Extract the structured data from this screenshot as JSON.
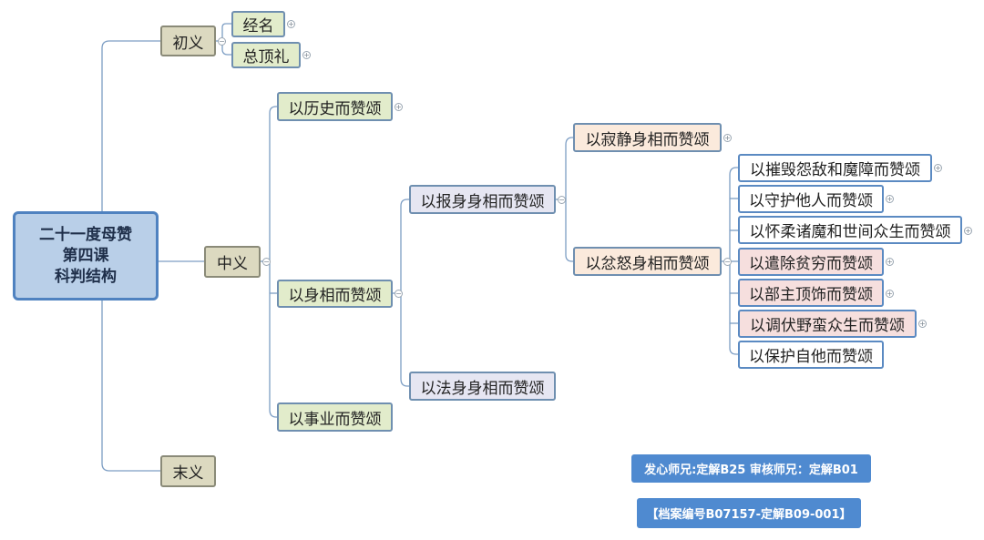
{
  "root": {
    "line1": "二十一度母赞",
    "line2": "第四课",
    "line3": "科判结构"
  },
  "nodes": {
    "chuyi": "初义",
    "jingming": "经名",
    "zongdingli": "总顶礼",
    "zhongyi": "中义",
    "mouyi": "末义",
    "lishi": "以历史而赞颂",
    "shenxiang": "以身相而赞颂",
    "shiye": "以事业而赞颂",
    "baoshen": "以报身身相而赞颂",
    "fashen": "以法身身相而赞颂",
    "jijing": "以寂静身相而赞颂",
    "fennu": "以忿怒身相而赞颂",
    "cuihui": "以摧毁怨敌和魔障而赞颂",
    "shouhu": "以守护他人而赞颂",
    "huairou": "以怀柔诸魔和世间众生而赞颂",
    "qianchu": "以遣除贫穷而赞颂",
    "buzhu": "以部主顶饰而赞颂",
    "tiaofu": "以调伏野蛮众生而赞颂",
    "baohu": "以保护自他而赞颂"
  },
  "badges": {
    "credits": "发心师兄:定解B25 审核师兄：定解B01",
    "archive": "【档案编号B07157-定解B09-001】"
  },
  "colors": {
    "connector": "#7d9ec4",
    "root_fill": "#b9cfe8",
    "badge_fill": "#4f8ad0"
  }
}
